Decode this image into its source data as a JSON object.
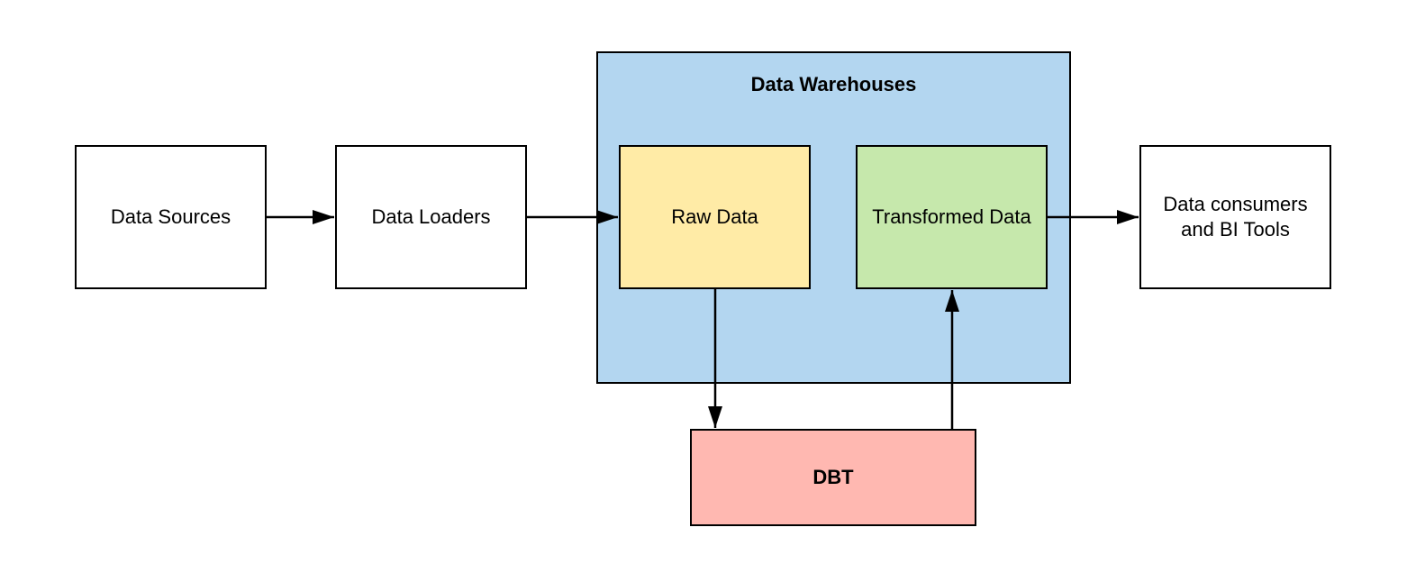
{
  "diagram": {
    "nodes": {
      "data_sources": {
        "label": "Data Sources",
        "fill": "#ffffff"
      },
      "data_loaders": {
        "label": "Data Loaders",
        "fill": "#ffffff"
      },
      "data_warehouses": {
        "label": "Data Warehouses",
        "fill": "#b3d6f0"
      },
      "raw_data": {
        "label": "Raw Data",
        "fill": "#ffeba6"
      },
      "transformed_data": {
        "label": "Transformed Data",
        "fill": "#c6e8ac"
      },
      "data_consumers": {
        "label_line1": "Data consumers",
        "label_line2": "and BI Tools",
        "fill": "#ffffff"
      },
      "dbt": {
        "label": "DBT",
        "fill": "#ffb8b1"
      }
    },
    "edges": [
      {
        "from": "Data Sources",
        "to": "Data Loaders"
      },
      {
        "from": "Data Loaders",
        "to": "Raw Data"
      },
      {
        "from": "Transformed Data",
        "to": "Data consumers and BI Tools"
      },
      {
        "from": "Raw Data",
        "to": "DBT"
      },
      {
        "from": "DBT",
        "to": "Transformed Data"
      }
    ]
  }
}
